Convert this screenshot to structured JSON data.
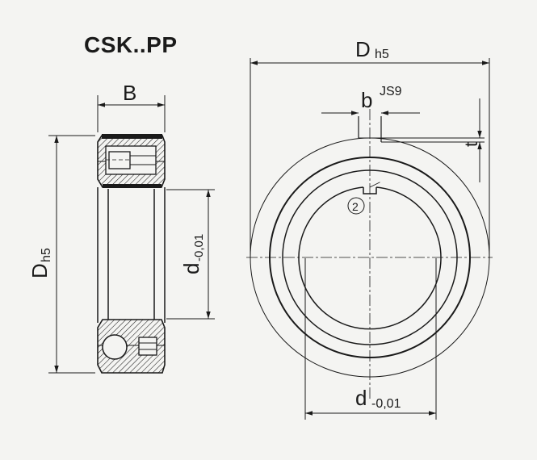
{
  "title": "CSK..PP",
  "colors": {
    "line": "#1a1a1a",
    "background": "#f4f4f2",
    "thin": "#333333"
  },
  "side_view": {
    "width_label": "B",
    "outer_dia_label": "D",
    "outer_dia_sub": "h5",
    "bore_label": "d",
    "bore_sub": "-0,01"
  },
  "front_view": {
    "outer_dia_label": "D",
    "outer_dia_sub": "h5",
    "keyway_label": "b",
    "keyway_sup": "JS9",
    "keyway_depth_label": "t",
    "callout": "2",
    "bore_label": "d",
    "bore_sub": "-0,01"
  }
}
